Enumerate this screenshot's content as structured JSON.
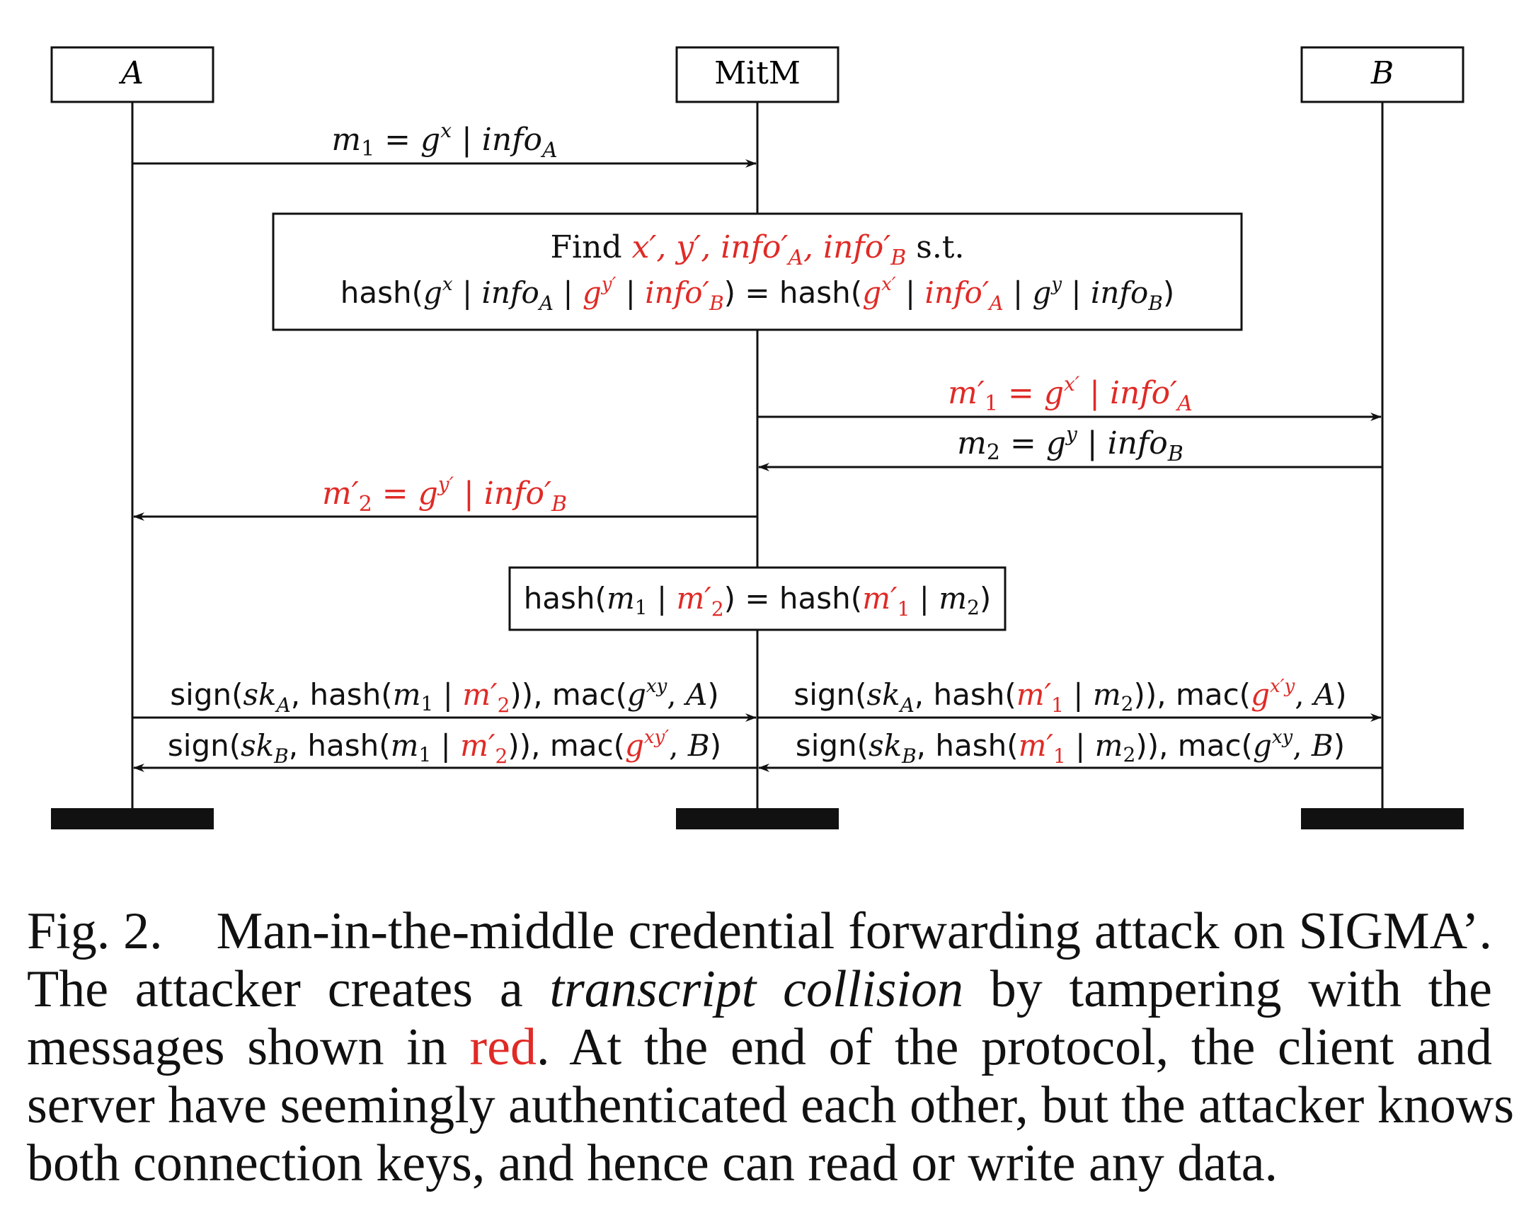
{
  "participants": [
    {
      "id": "A",
      "label": "A"
    },
    {
      "id": "MitM",
      "label": "MitM"
    },
    {
      "id": "B",
      "label": "B"
    }
  ],
  "colors": {
    "attack": "#e02a26",
    "line": "#111111"
  },
  "messages": {
    "m1": {
      "parts": [
        "m",
        "1",
        " = g",
        "x",
        " | info",
        "A"
      ]
    },
    "box1": {
      "line1_prefix": "Find ",
      "line1_red": "x′, y′, info′A, info′B",
      "line1_suffix": " s.t.",
      "line2": "hash(gx | infoA | gy′ | info′B) = hash(gx′ | info′A | gy | infoB)"
    },
    "m1p": "m′1 = gx′ | info′A",
    "m2": "m2 = gy | infoB",
    "m2p": "m′2 = gy′ | info′B",
    "box2": "hash(m1 | m′2) = hash(m′1 | m2)",
    "left_sign_a": "sign(skA, hash(m1 | m′2)), mac(gxy, A)",
    "left_sign_b": "sign(skB, hash(m1 | m′2)), mac(gxy′, B)",
    "right_sign_a": "sign(skA, hash(m′1 | m2)), mac(gx′y, A)",
    "right_sign_b": "sign(skB, hash(m′1 | m2)), mac(gxy, B)"
  },
  "caption": {
    "label": "Fig. 2.",
    "title": "Man-in-the-middle credential forwarding attack on SIGMA’.",
    "body_1": "The attacker creates a ",
    "body_italic": "transcript collision",
    "body_2": " by tampering with the messages shown in ",
    "body_red": "red",
    "body_3": ". At the end of the protocol, the client and server have seemingly authenticated each other, but the attacker knows both connection keys, and hence can read or write any data."
  }
}
